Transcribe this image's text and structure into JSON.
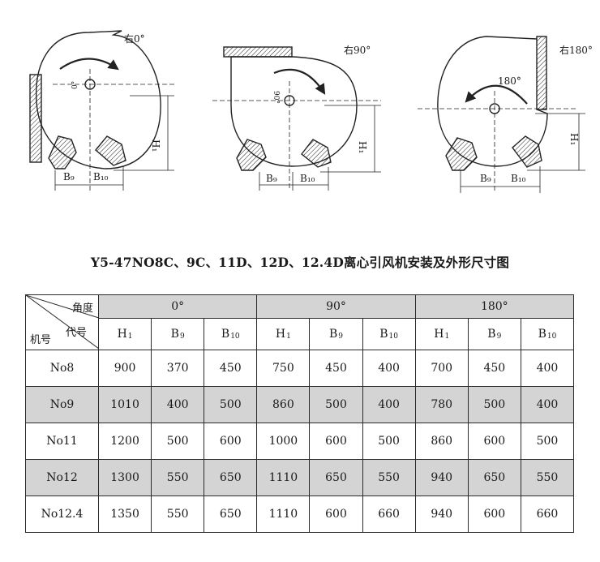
{
  "diagrams": [
    {
      "angle_label": "右0°",
      "center_angle_label": "0°",
      "dim_h": "H₁",
      "dim_b_left": "B₉",
      "dim_b_right": "B₁₀"
    },
    {
      "angle_label": "右90°",
      "center_angle_label": "90°",
      "dim_h": "H₁",
      "dim_b_left": "B₉",
      "dim_b_right": "B₁₀"
    },
    {
      "angle_label": "右180°",
      "center_angle_label": "180°",
      "dim_h": "H₁",
      "dim_b_left": "B₉",
      "dim_b_right": "B₁₀"
    }
  ],
  "title": "Y5-47NO8C、9C、11D、12D、12.4D离心引风机安装及外形尺寸图",
  "table": {
    "corner": {
      "angle": "角度",
      "code": "代号",
      "model": "机号"
    },
    "angle_groups": [
      "0°",
      "90°",
      "180°"
    ],
    "columns": [
      {
        "base": "H",
        "sub": "1"
      },
      {
        "base": "B",
        "sub": "9"
      },
      {
        "base": "B",
        "sub": "10"
      },
      {
        "base": "H",
        "sub": "1"
      },
      {
        "base": "B",
        "sub": "9"
      },
      {
        "base": "B",
        "sub": "10"
      },
      {
        "base": "H",
        "sub": "1"
      },
      {
        "base": "B",
        "sub": "9"
      },
      {
        "base": "B",
        "sub": "10"
      }
    ],
    "rows": [
      {
        "model": "No8",
        "values": [
          "900",
          "370",
          "450",
          "750",
          "450",
          "400",
          "700",
          "450",
          "400"
        ]
      },
      {
        "model": "No9",
        "values": [
          "1010",
          "400",
          "500",
          "860",
          "500",
          "400",
          "780",
          "500",
          "400"
        ]
      },
      {
        "model": "No11",
        "values": [
          "1200",
          "500",
          "600",
          "1000",
          "600",
          "500",
          "860",
          "600",
          "500"
        ]
      },
      {
        "model": "No12",
        "values": [
          "1300",
          "550",
          "650",
          "1110",
          "650",
          "550",
          "940",
          "650",
          "550"
        ]
      },
      {
        "model": "No12.4",
        "values": [
          "1350",
          "550",
          "650",
          "1110",
          "600",
          "660",
          "940",
          "600",
          "660"
        ]
      }
    ]
  }
}
